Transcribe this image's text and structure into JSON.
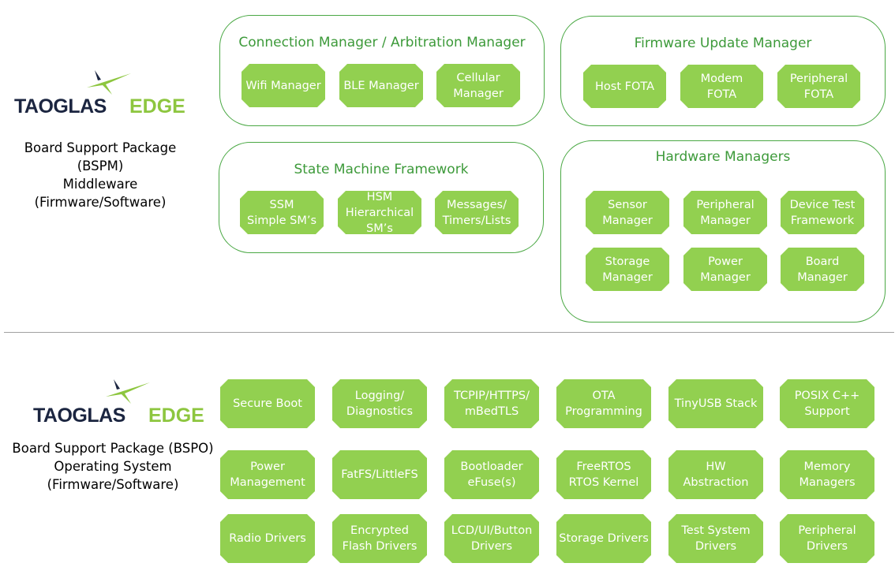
{
  "colors": {
    "box_fill": "#92d050",
    "border": "#4aa844",
    "title": "#3d9a3a",
    "logo_dark": "#1b2540",
    "logo_green": "#8dc63f"
  },
  "logo": {
    "brand": "TAOGLAS",
    "sub": "EDGE"
  },
  "middleware": {
    "label": "Board Support Package (BSPM)\nMiddleware\n(Firmware/Software)",
    "groups": [
      {
        "title": "Connection Manager / Arbitration Manager",
        "items": [
          "Wifi Manager",
          "BLE Manager",
          "Cellular\nManager"
        ]
      },
      {
        "title": "Firmware Update Manager",
        "items": [
          "Host FOTA",
          "Modem\nFOTA",
          "Peripheral\nFOTA"
        ]
      },
      {
        "title": "State Machine Framework",
        "items": [
          "SSM\nSimple SM’s",
          "HSM\nHierarchical\nSM’s",
          "Messages/\nTimers/Lists"
        ]
      },
      {
        "title": "Hardware Managers",
        "items": [
          "Sensor\nManager",
          "Peripheral\nManager",
          "Device Test\nFramework",
          "Storage\nManager",
          "Power\nManager",
          "Board\nManager"
        ]
      }
    ]
  },
  "os": {
    "label": "Board Support Package (BSPO)\nOperating System\n(Firmware/Software)",
    "items": [
      "Secure Boot",
      "Logging/\nDiagnostics",
      "TCPIP/HTTPS/\nmBedTLS",
      "OTA\nProgramming",
      "TinyUSB Stack",
      "POSIX C++\nSupport",
      "Power\nManagement",
      "FatFS/LittleFS",
      "Bootloader\neFuse(s)",
      "FreeRTOS\nRTOS Kernel",
      "HW\nAbstraction",
      "Memory\nManagers",
      "Radio Drivers",
      "Encrypted\nFlash Drivers",
      "LCD/UI/Button\nDrivers",
      "Storage Drivers",
      "Test System\nDrivers",
      "Peripheral\nDrivers"
    ]
  }
}
